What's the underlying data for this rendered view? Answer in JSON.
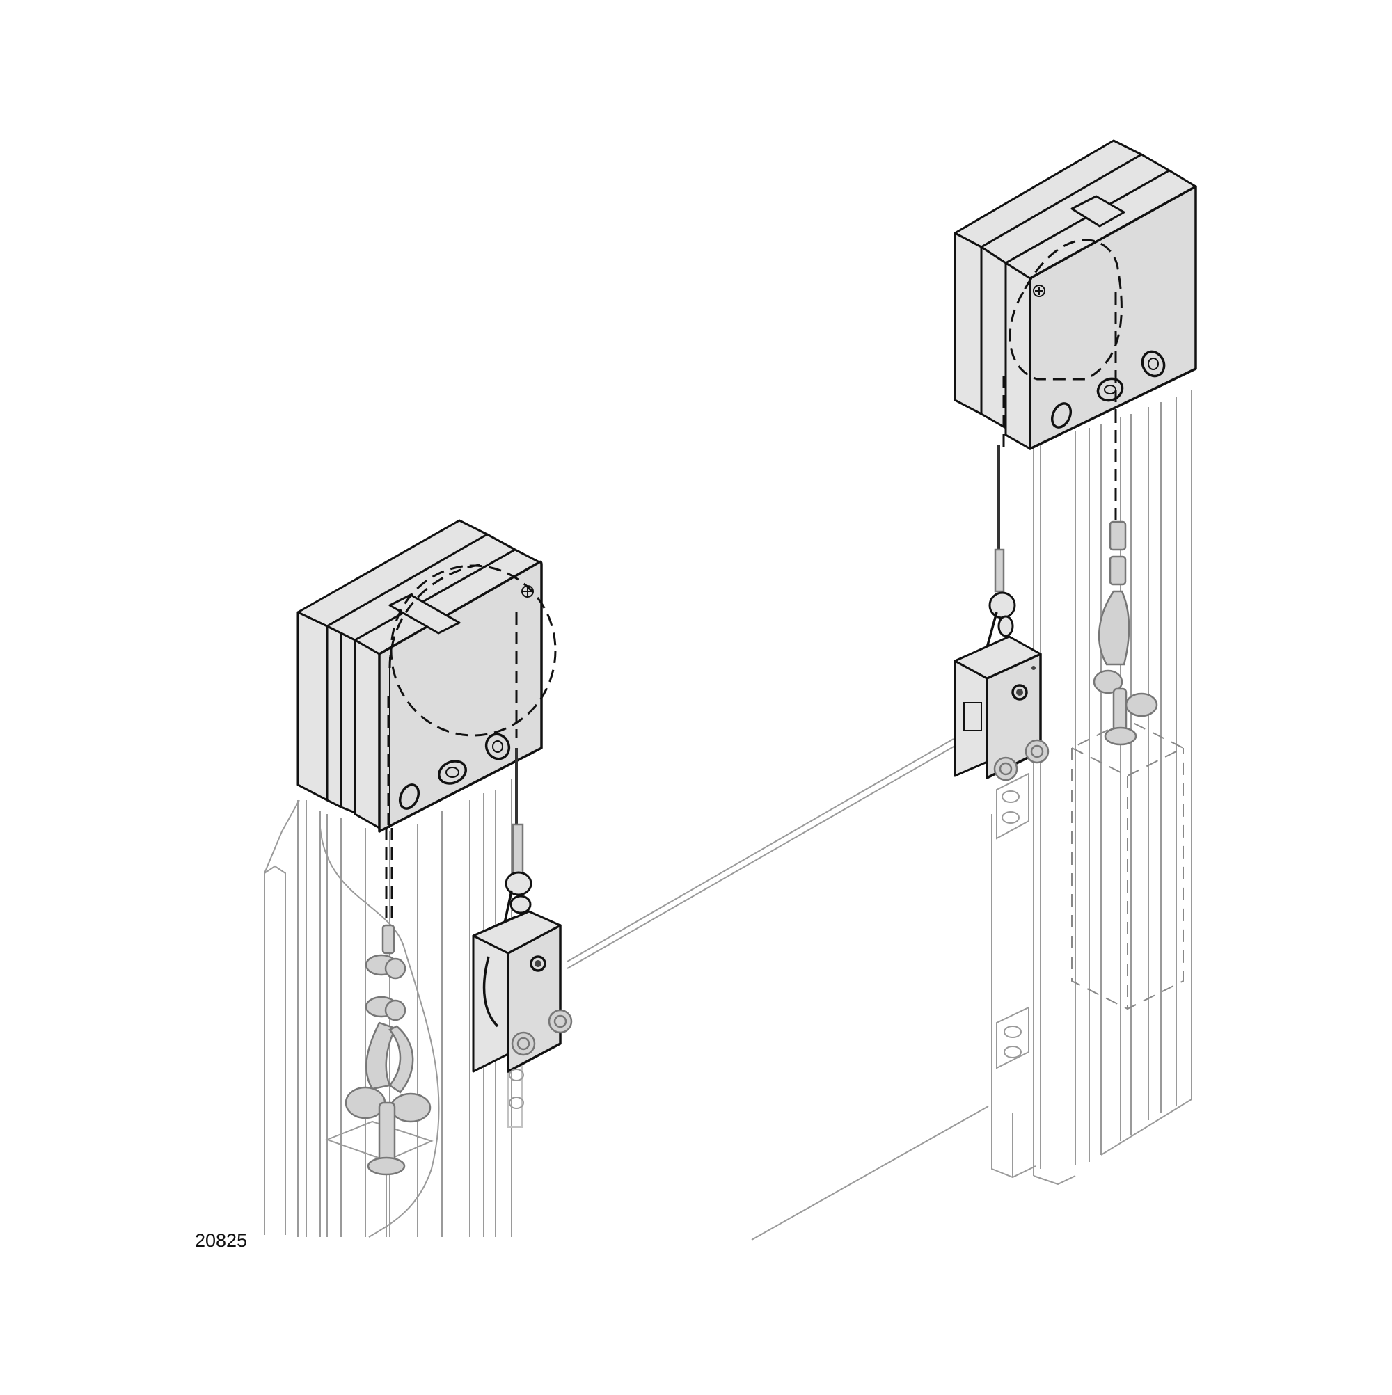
{
  "figure": {
    "label": "20825",
    "description": "Isometric technical illustration of a vertical lift door with two spring-balancer cable reels mounted on top of aluminium profile posts, cables attached to sliding carriages and a panel between the posts"
  },
  "components": {
    "left_balancer": {
      "name": "cable reel housing (left)",
      "icon": "balancer-box"
    },
    "right_balancer": {
      "name": "cable reel housing (right)",
      "icon": "balancer-box"
    },
    "left_carriage": {
      "name": "cable clamp carriage (left)",
      "icon": "carriage-bracket"
    },
    "right_carriage": {
      "name": "cable clamp carriage (right)",
      "icon": "carriage-bracket"
    },
    "left_post": {
      "name": "aluminium profile post (left)"
    },
    "right_post": {
      "name": "aluminium profile post (right)"
    },
    "panel": {
      "name": "door panel"
    },
    "left_counterweight": {
      "name": "shackle / counterweight assembly (left, hidden)"
    },
    "right_counterweight": {
      "name": "shackle / counterweight assembly (right, hidden)"
    }
  },
  "colors": {
    "background": "#ffffff",
    "housing_fill": "#dcdcdc",
    "outline": "#111111",
    "ghost_line": "#9a9a9a"
  }
}
